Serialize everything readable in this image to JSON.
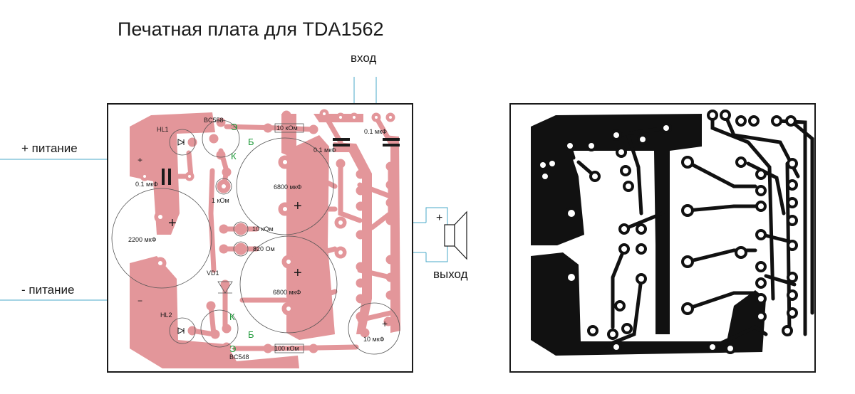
{
  "title": "Печатная плата для TDA1562",
  "external_labels": {
    "input": "вход",
    "power_plus": "+ питание",
    "power_minus": "- питание",
    "output": "выход",
    "speaker_plus": "+"
  },
  "components": {
    "hl1": "HL1",
    "hl2": "HL2",
    "vd1": "VD1",
    "bc558": "BC558",
    "bc548": "BC548",
    "c01_left": "0.1 мкФ",
    "c01_mid": "0.1 мкФ",
    "c01_right": "0.1 мкФ",
    "c2200": "2200 мкФ",
    "c6800_top": "6800 мкФ",
    "c6800_bottom": "6800 мкФ",
    "c10": "10 мкФ",
    "r1k": "1 кОм",
    "r10k_top": "10 кОм",
    "r10k_mid": "10 кОм",
    "r820": "820 Ом",
    "r100k": "100 кОм"
  },
  "pins": {
    "e_top": "Э",
    "b_top": "Б",
    "k_top": "К",
    "k_bottom": "К",
    "b_bottom": "Б",
    "e_bottom": "Э"
  },
  "polarity": {
    "plus": "+",
    "minus": "−"
  }
}
